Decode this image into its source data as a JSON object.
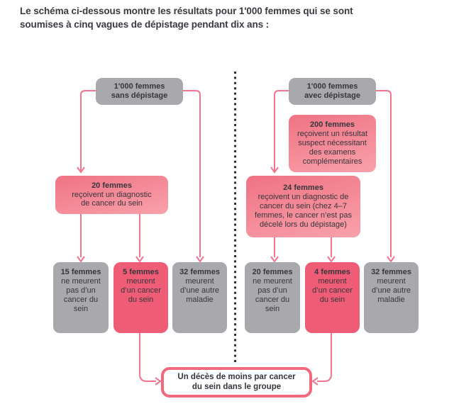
{
  "intro": {
    "line1": "Le schéma ci-dessous montre les résultats pour 1'000 femmes qui se sont",
    "line2": "soumises à cinq vagues de dépistage pendant dix ans :"
  },
  "left_branch": {
    "total": {
      "line1": "1'000 femmes",
      "line2": "sans dépistage"
    },
    "diagnosis": {
      "number": "20 femmes",
      "lines": [
        "reçoivent un diagnostic",
        "de cancer du sein"
      ]
    },
    "outcomes": [
      {
        "number": "15 femmes",
        "lines": [
          "ne meurent",
          "pas d’un",
          "cancer du",
          "sein"
        ]
      },
      {
        "number": "5 femmes",
        "lines": [
          "meurent",
          "d’un cancer",
          "du sein"
        ]
      },
      {
        "number": "32 femmes",
        "lines": [
          "meurent",
          "d’une autre",
          "maladie"
        ]
      }
    ]
  },
  "right_branch": {
    "total": {
      "line1": "1'000 femmes",
      "line2": "avec dépistage"
    },
    "suspect": {
      "number": "200 femmes",
      "lines": [
        "reçoivent un résultat",
        "suspect nécessitant",
        "des examens",
        "complémentaires"
      ]
    },
    "diagnosis": {
      "number": "24 femmes",
      "lines": [
        "reçoivent un diagnostic de",
        "cancer du sein (chez 4–7",
        "femmes, le cancer n’est pas",
        "décelé lors du dépistage)"
      ]
    },
    "outcomes": [
      {
        "number": "20 femmes",
        "lines": [
          "ne meurent",
          "pas d’un",
          "cancer du",
          "sein"
        ]
      },
      {
        "number": "4 femmes",
        "lines": [
          "meurent",
          "d’un cancer",
          "du sein"
        ]
      },
      {
        "number": "32 femmes",
        "lines": [
          "meurent",
          "d’une autre",
          "maladie"
        ]
      }
    ]
  },
  "conclusion": {
    "line1": "Un décès de moins par cancer",
    "line2": "du sein dans le groupe"
  },
  "colors": {
    "accent_pink_line": "#f0758d",
    "box_pink_light_top": "#ef7383",
    "box_pink_light_bottom": "#f9a1ab",
    "box_pink_dark": "#ee5d75",
    "box_gray": "#a9a8ad",
    "conclusion_border": "#f0697f",
    "text_dark": "#37363d",
    "divider_dot": "#2f2f33"
  }
}
